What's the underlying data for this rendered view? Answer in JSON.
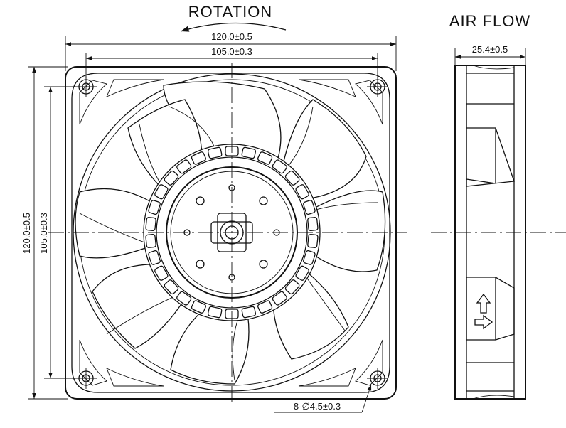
{
  "front_view": {
    "rotation_label": "ROTATION",
    "width_outer": "120.0±0.5",
    "width_holes": "105.0±0.3",
    "height_outer": "120.0±0.5",
    "height_holes": "105.0±0.3",
    "holes_callout": "8-∅4.5±0.3"
  },
  "side_view": {
    "airflow_label": "AIR FLOW",
    "depth": "25.4±0.5"
  }
}
